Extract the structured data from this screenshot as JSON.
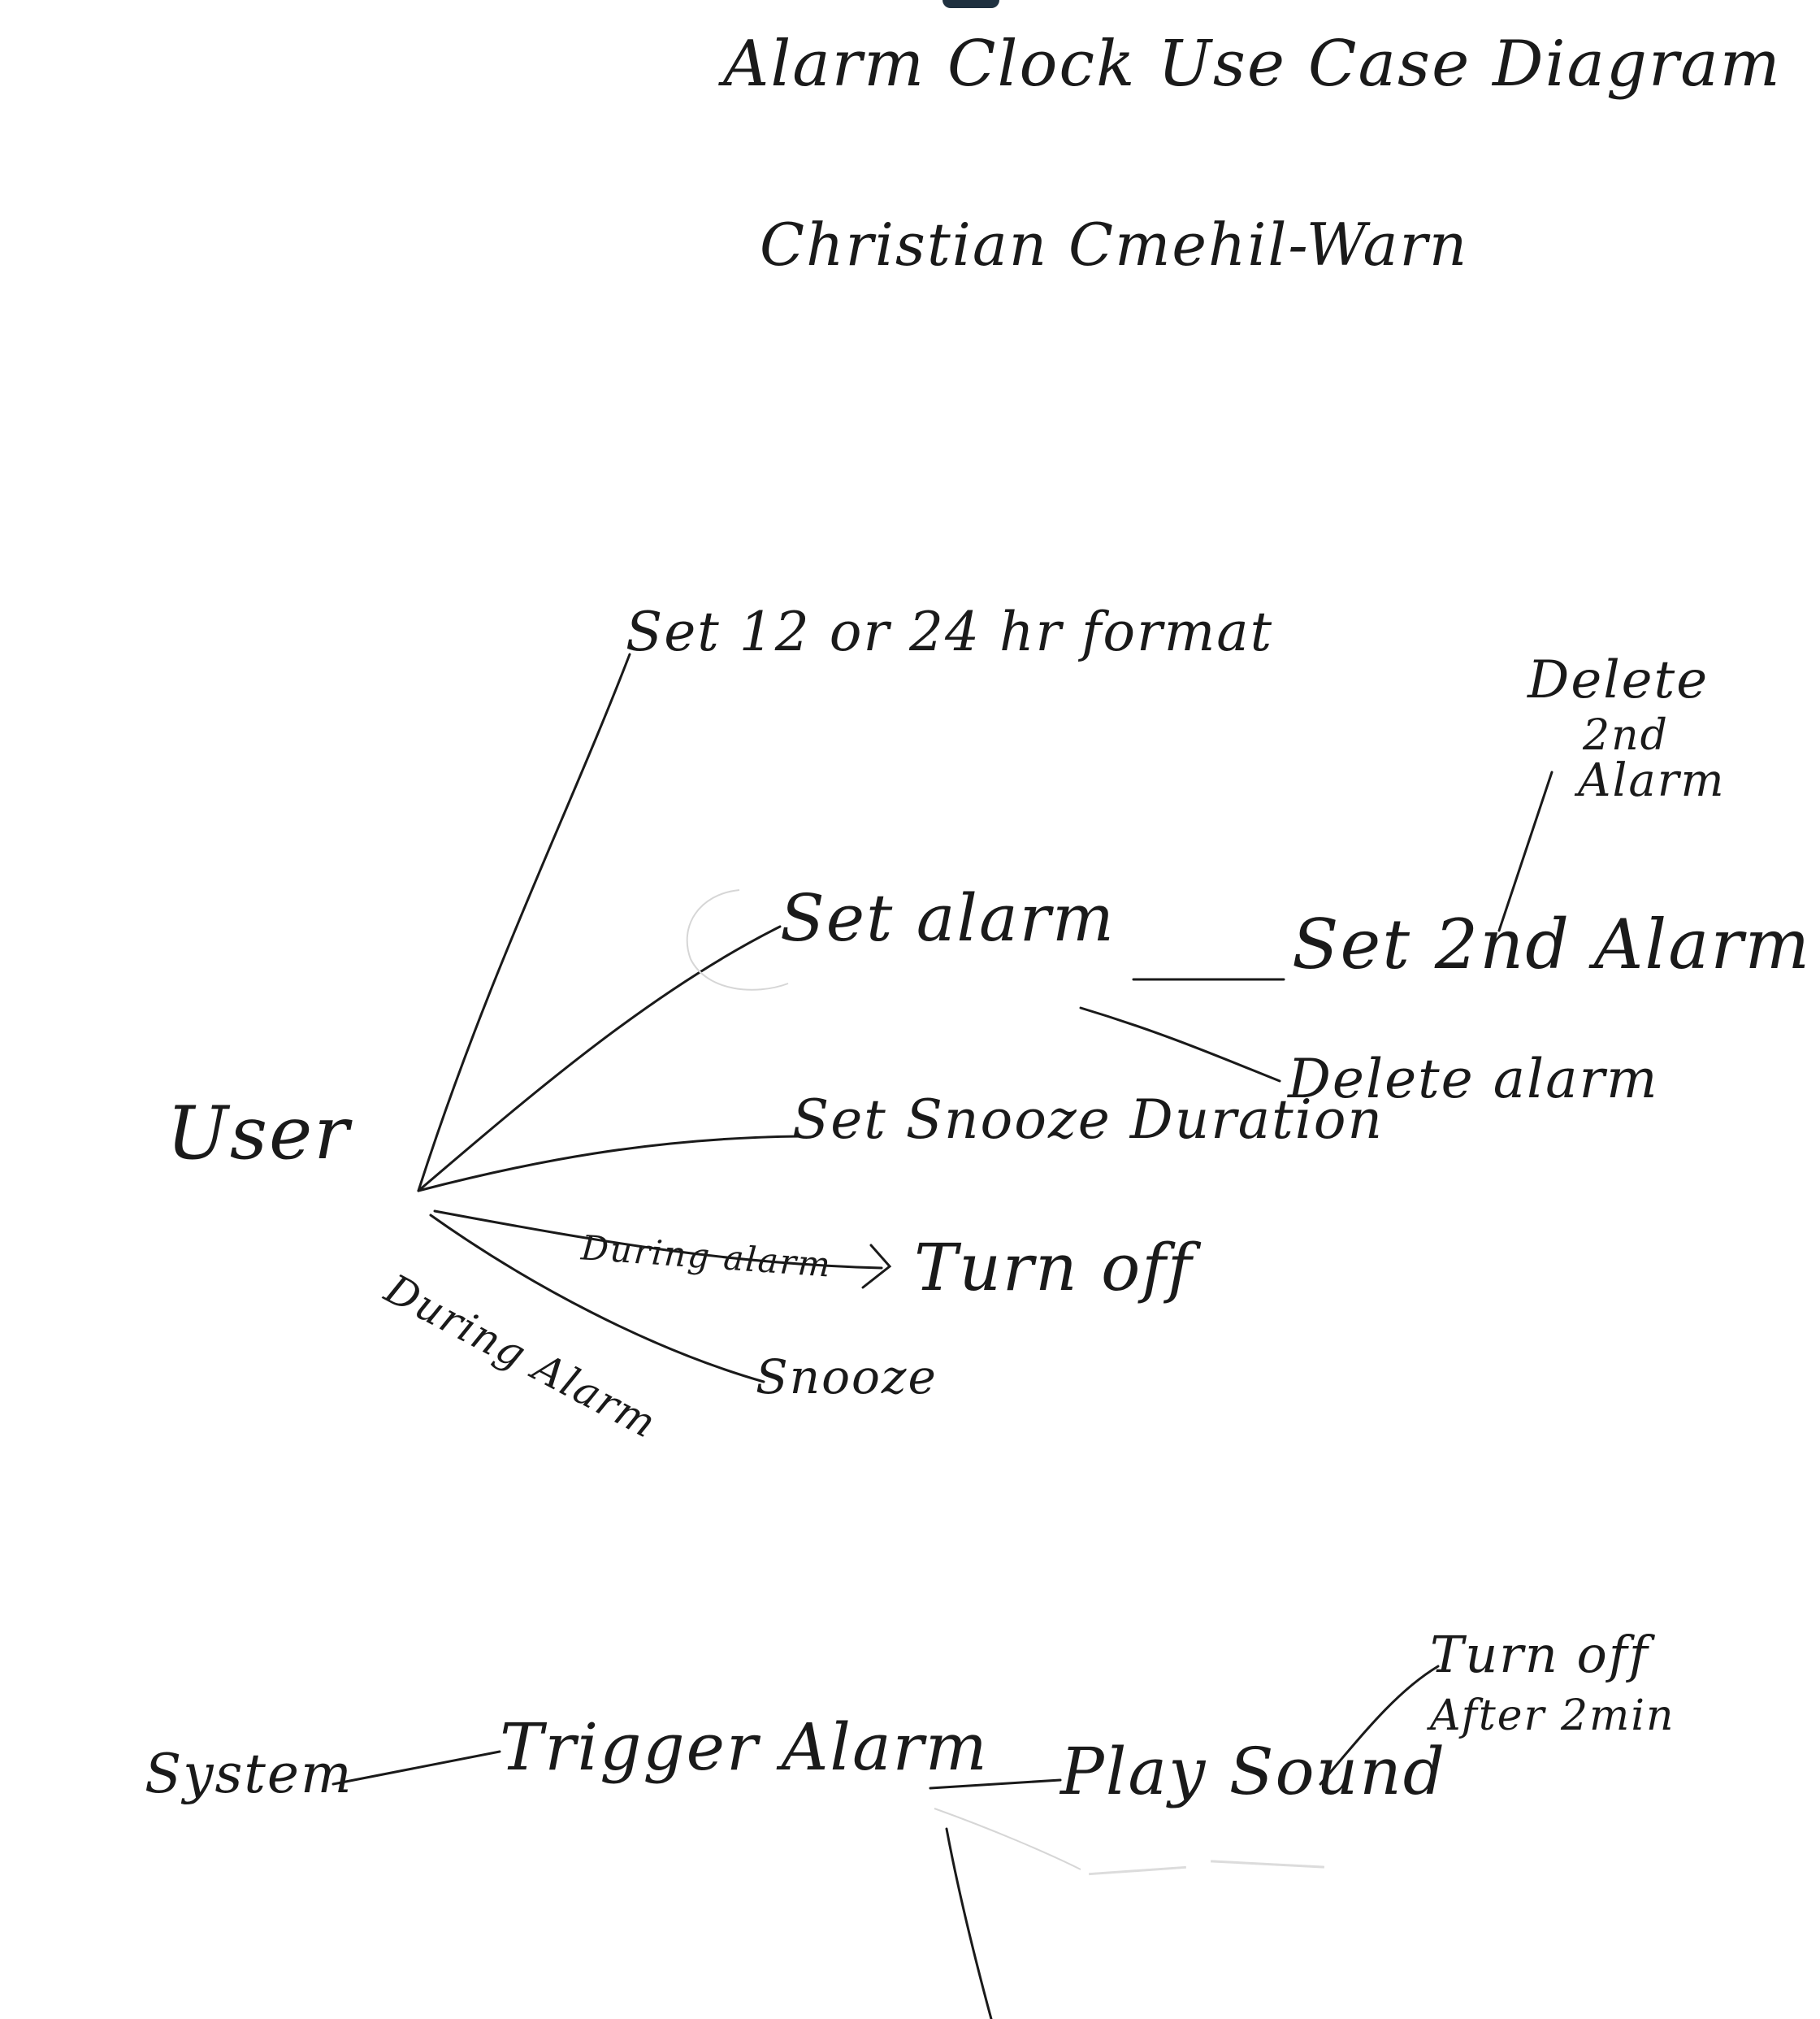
{
  "header": {
    "title": "Alarm Clock Use Case Diagram",
    "author": "Christian Cmehil-Warn"
  },
  "actors": {
    "user": "User",
    "system": "System"
  },
  "user_use_cases": {
    "set_format": "Set 12 or 24 hr format",
    "set_alarm": "Set alarm",
    "set_second_alarm": "Set 2nd Alarm",
    "delete_second_alarm": [
      "Delete",
      "2nd",
      "Alarm"
    ],
    "delete_alarm": "Delete alarm",
    "set_snooze_duration": "Set Snooze Duration",
    "turn_off": "Turn off",
    "snooze": "Snooze"
  },
  "edge_labels": {
    "during_alarm_turn_off": "During alarm",
    "during_alarm_snooze": "During Alarm"
  },
  "system_use_cases": {
    "trigger_alarm": "Trigger Alarm",
    "play_sound": "Play Sound",
    "turn_off_after": [
      "Turn off",
      "After 2min"
    ]
  },
  "colors": {
    "ink": "#1a1a1a",
    "paper": "#ffffff",
    "ghost": "#c9c9c9"
  }
}
